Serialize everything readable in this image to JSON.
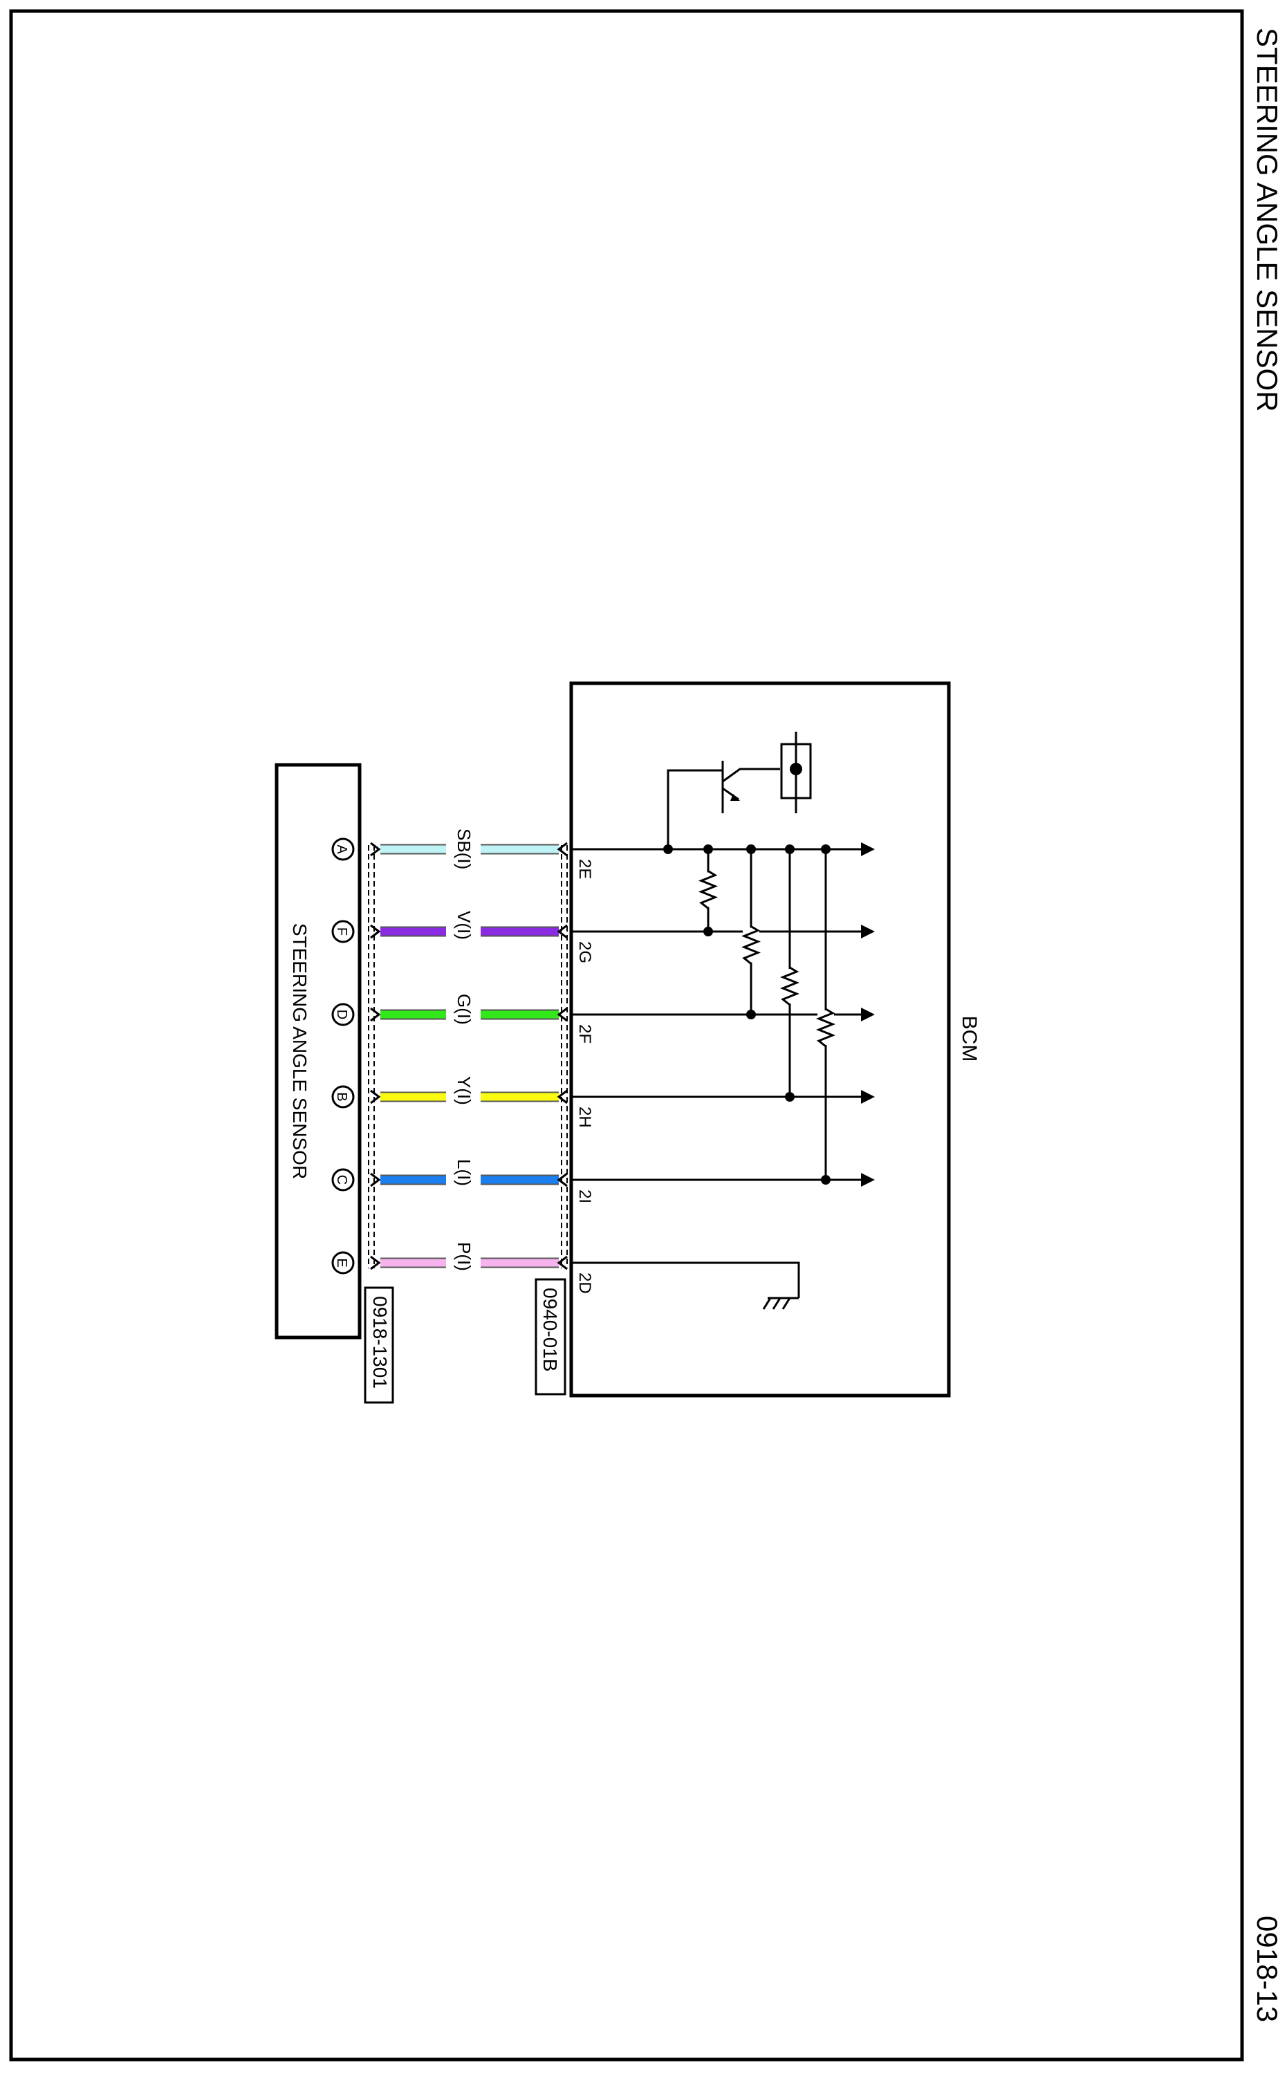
{
  "page": {
    "title": "STEERING ANGLE SENSOR",
    "page_number": "0918-13"
  },
  "sensor": {
    "name": "STEERING ANGLE SENSOR",
    "connector_code": "0918-1301"
  },
  "bcm": {
    "name": "BCM",
    "connector_code": "0940-01B"
  },
  "wires": [
    {
      "pin": "A",
      "bcm_terminal": "2E",
      "label": "SB(I)",
      "color": "#bff3f6"
    },
    {
      "pin": "F",
      "bcm_terminal": "2G",
      "label": "V(I)",
      "color": "#8a2be2"
    },
    {
      "pin": "D",
      "bcm_terminal": "2F",
      "label": "G(I)",
      "color": "#33e81a"
    },
    {
      "pin": "B",
      "bcm_terminal": "2H",
      "label": "Y(I)",
      "color": "#fbfb10"
    },
    {
      "pin": "C",
      "bcm_terminal": "2I",
      "label": "L(I)",
      "color": "#1b7ff0"
    },
    {
      "pin": "E",
      "bcm_terminal": "2D",
      "label": "P(I)",
      "color": "#f7b3ee"
    }
  ]
}
